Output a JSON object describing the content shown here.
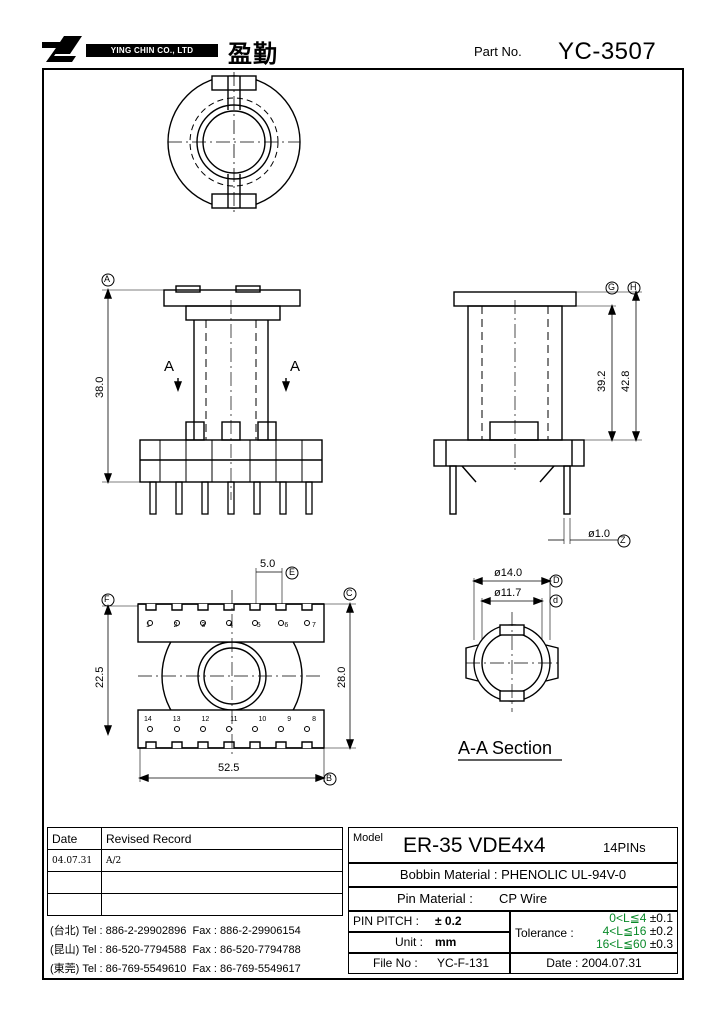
{
  "header": {
    "company": "YING CHIN CO., LTD",
    "brand_cn": "盈勤",
    "part_no_label": "Part No.",
    "part_no": "YC-3507"
  },
  "views": {
    "side_dim_height": "38.0",
    "side_label_a_left": "A",
    "side_label_a_right": "A",
    "front_dim_392": "39.2",
    "front_dim_428": "42.8",
    "pin_dia": "ø1.0",
    "bottom_dim_pitch": "5.0",
    "bottom_dim_height": "22.5",
    "bottom_dim_depth": "28.0",
    "bottom_dim_width": "52.5",
    "section_od": "ø14.0",
    "section_id": "ø11.7",
    "section_title": "A-A Section",
    "pins_top": [
      "1",
      "2",
      "3",
      "4",
      "5",
      "6",
      "7"
    ],
    "pins_bottom": [
      "14",
      "13",
      "12",
      "11",
      "10",
      "9",
      "8"
    ],
    "callouts": {
      "A": "A",
      "B": "B",
      "C": "C",
      "D": "D",
      "d": "d",
      "E": "E",
      "F": "F",
      "G": "G",
      "H": "H",
      "Z": "Z"
    }
  },
  "revision": {
    "date_header": "Date",
    "record_header": "Revised Record",
    "rows": [
      {
        "date": "04.07.31",
        "record": "A/2"
      },
      {
        "date": "",
        "record": ""
      },
      {
        "date": "",
        "record": ""
      }
    ]
  },
  "contacts": [
    {
      "region": "(台北)",
      "tel": "Tel : 886-2-29902896",
      "fax": "Fax : 886-2-29906154"
    },
    {
      "region": "(昆山)",
      "tel": "Tel : 86-520-7794588",
      "fax": "Fax : 86-520-7794788"
    },
    {
      "region": "(東莞)",
      "tel": "Tel : 86-769-5549610",
      "fax": "Fax : 86-769-5549617"
    }
  ],
  "spec": {
    "model_label": "Model",
    "model": "ER-35  VDE4x4",
    "pins": "14PINs",
    "bobbin_label": "Bobbin  Material :",
    "bobbin": "PHENOLIC UL-94V-0",
    "pin_label": "Pin  Material :",
    "pin": "CP Wire",
    "pitch_label": "PIN  PITCH :",
    "pitch": "± 0.2",
    "unit_label": "Unit :",
    "unit": "mm",
    "file_label": "File  No :",
    "file": "YC-F-131",
    "tolerance_label": "Tolerance :",
    "tolerance": [
      {
        "range": "0<L≦4",
        "value": "±0.1"
      },
      {
        "range": "4<L≦16",
        "value": "±0.2"
      },
      {
        "range": "16<L≦60",
        "value": "±0.3"
      }
    ],
    "date_label": "Date :",
    "date": "2004.07.31"
  }
}
